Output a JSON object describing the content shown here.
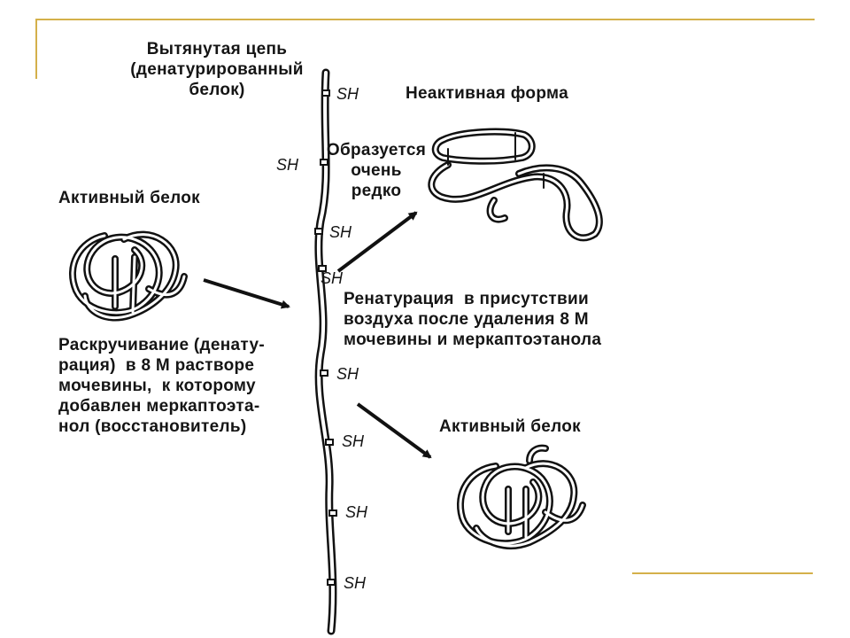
{
  "accent_color": "#d4b04a",
  "labels": {
    "extended_chain": "Вытянутая цепь\n(денатурированный\nбелок)",
    "inactive_form": "Неактивная форма",
    "rarely_formed": "Образуется\nочень\nредко",
    "active_protein_left": "Активный белок",
    "renaturation": "Ренатурация  в присутствии\nвоздуха после удаления 8 М\nмочевины и меркаптоэтанола",
    "unfolding": "Раскручивание (денату-\nрация)  в 8 М растворе\nмочевины,  к которому\nдобавлен меркаптоэта-\nнол (восстановитель)",
    "active_protein_right": "Активный белок"
  },
  "sh_groups": [
    "SH",
    "SH",
    "SH",
    "SH",
    "SH",
    "SH",
    "SH",
    "SH"
  ]
}
